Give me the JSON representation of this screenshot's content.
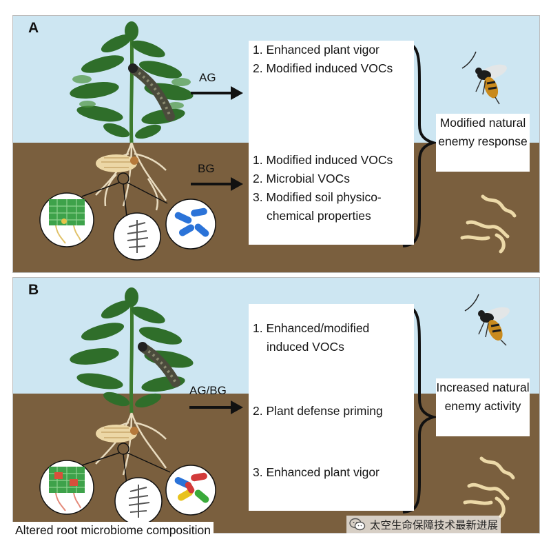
{
  "panels": {
    "a": {
      "label": "A",
      "ag_arrow_label": "AG",
      "bg_arrow_label": "BG",
      "ag_items": [
        "1. Enhanced plant vigor",
        "2. Modified induced VOCs"
      ],
      "bg_items": [
        "1. Modified induced VOCs",
        "2. Microbial VOCs",
        "3. Modified soil physico-chemical properties"
      ],
      "response": "Modified natural enemy response"
    },
    "b": {
      "label": "B",
      "arrow_label": "AG/BG",
      "items": [
        "1. Enhanced/modified induced VOCs",
        "2. Plant defense priming",
        "3. Enhanced plant vigor"
      ],
      "response": "Increased natural enemy activity"
    }
  },
  "caption": "Altered root  microbiome composition",
  "watermark": "太空生命保障技术最新进展",
  "colors": {
    "sky": "#cde6f2",
    "soil": "#7a5f3e",
    "plant": "#2f6e2a",
    "wasp_body": "#c98a1d",
    "nematode": "#ecd9a8"
  },
  "icons": [
    "tomato-plant",
    "caterpillar",
    "grub",
    "wasp",
    "nematode",
    "fungal-hyphae",
    "bacteria",
    "wechat-icon"
  ]
}
